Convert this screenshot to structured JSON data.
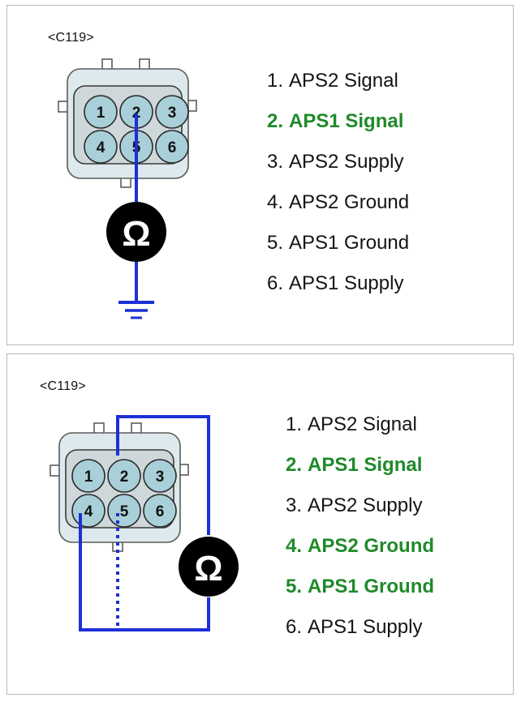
{
  "colors": {
    "wire": "#1d2fd6",
    "highlight": "#1f8a2a",
    "text": "#141414",
    "connector_body": "#dde9ec",
    "pin_fill": "#a9cfd9",
    "meter": "#000000"
  },
  "panels": [
    {
      "connector_label": "<C119>",
      "meter_symbol": "Ω",
      "pins": [
        {
          "number": "1",
          "label": "1.",
          "name": "APS2 Signal",
          "active": false
        },
        {
          "number": "2",
          "label": "2.",
          "name": "APS1 Signal",
          "active": true
        },
        {
          "number": "3",
          "label": "3.",
          "name": "APS2 Supply",
          "active": false
        },
        {
          "number": "4",
          "label": "4.",
          "name": "APS2 Ground",
          "active": false
        },
        {
          "number": "5",
          "label": "5.",
          "name": "APS1 Ground",
          "active": false
        },
        {
          "number": "6",
          "label": "6.",
          "name": "APS1 Supply",
          "active": false
        }
      ]
    },
    {
      "connector_label": "<C119>",
      "meter_symbol": "Ω",
      "pins": [
        {
          "number": "1",
          "label": "1.",
          "name": "APS2 Signal",
          "active": false
        },
        {
          "number": "2",
          "label": "2.",
          "name": "APS1 Signal",
          "active": true
        },
        {
          "number": "3",
          "label": "3.",
          "name": "APS2 Supply",
          "active": false
        },
        {
          "number": "4",
          "label": "4.",
          "name": "APS2 Ground",
          "active": true
        },
        {
          "number": "5",
          "label": "5.",
          "name": "APS1 Ground",
          "active": true
        },
        {
          "number": "6",
          "label": "6.",
          "name": "APS1 Supply",
          "active": false
        }
      ]
    }
  ]
}
